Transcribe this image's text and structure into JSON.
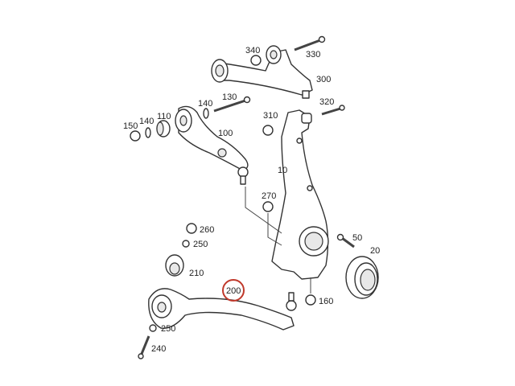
{
  "diagram": {
    "highlight_color": "#c0392b",
    "labels": {
      "p340": "340",
      "p330": "330",
      "p300": "300",
      "p130": "130",
      "p140a": "140",
      "p140b": "140",
      "p110": "110",
      "p150": "150",
      "p100": "100",
      "p310": "310",
      "p320": "320",
      "p10": "10",
      "p270": "270",
      "p260": "260",
      "p250a": "250",
      "p210": "210",
      "p50": "50",
      "p20": "20",
      "p200": "200",
      "p160": "160",
      "p250b": "250",
      "p240": "240"
    }
  }
}
